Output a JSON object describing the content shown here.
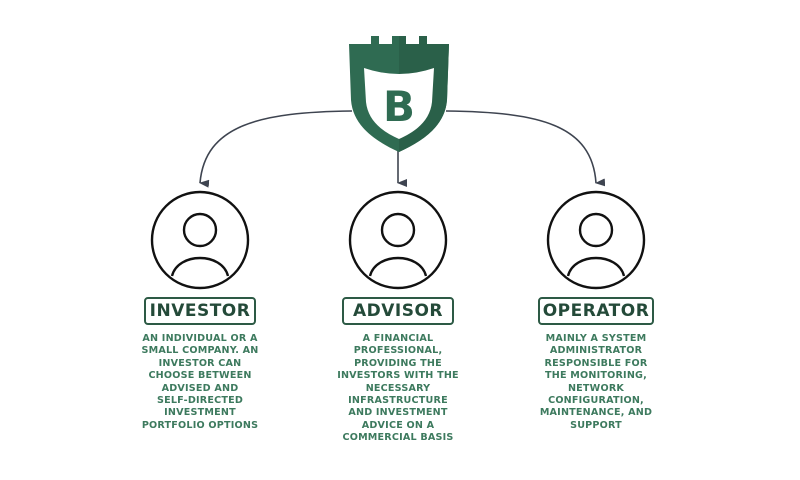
{
  "logo": {
    "letter": "B",
    "color": "#2f6b52",
    "shade": "#225240"
  },
  "colors": {
    "arrow": "#3e4450",
    "label_border": "#2d5a45",
    "label_text": "#244a39",
    "desc_text": "#3d7a5e",
    "icon_stroke": "#111111"
  },
  "roles": [
    {
      "title": "INVESTOR",
      "description": "AN INDIVIDUAL OR A\nSMALL COMPANY. AN\nINVESTOR CAN\nCHOOSE BETWEEN\nADVISED AND\nSELF-DIRECTED\nINVESTMENT\nPORTFOLIO OPTIONS"
    },
    {
      "title": "ADVISOR",
      "description": "A FINANCIAL\nPROFESSIONAL,\nPROVIDING THE\nINVESTORS WITH THE\nNECESSARY\nINFRASTRUCTURE\nAND INVESTMENT\nADVICE ON A\nCOMMERCIAL BASIS"
    },
    {
      "title": "OPERATOR",
      "description": "MAINLY A SYSTEM\nADMINISTRATOR\nRESPONSIBLE FOR\nTHE MONITORING,\nNETWORK\nCONFIGURATION,\nMAINTENANCE, AND\nSUPPORT"
    }
  ]
}
